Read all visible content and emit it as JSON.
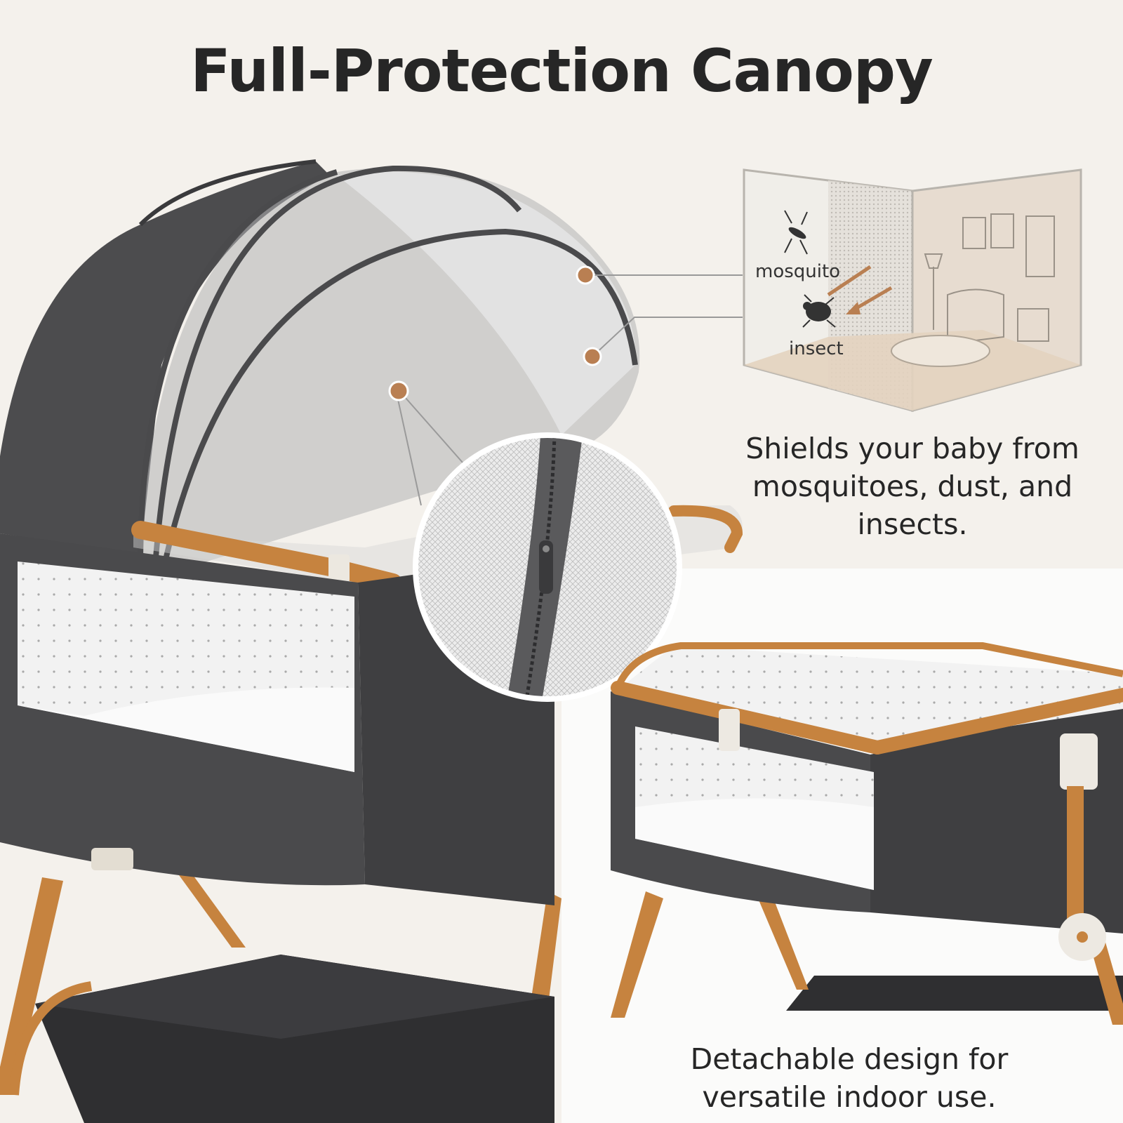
{
  "page": {
    "title": "Full-Protection Canopy",
    "shield_caption": "Shields your baby from mosquitoes, dust, and insects.",
    "detach_caption": "Detachable design for versatile indoor use.",
    "room_inset": {
      "mosquito_label": "mosquito",
      "insect_label": "insect"
    }
  },
  "colors": {
    "background": "#f4f1ec",
    "fabric": "#4a4a4c",
    "wood": "#c6833f",
    "mesh": "#e9e9ea",
    "accent_dot": "#b97f52"
  }
}
